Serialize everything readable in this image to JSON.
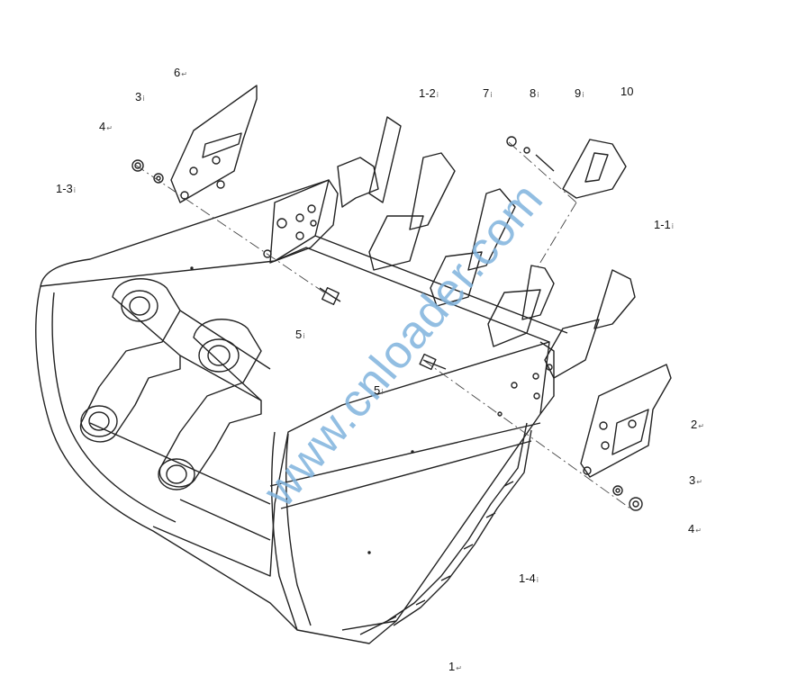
{
  "diagram": {
    "watermark": "www.cnloader.com",
    "callouts": [
      {
        "id": "c-6",
        "label": "6",
        "mark": "↵"
      },
      {
        "id": "c-3-top",
        "label": "3",
        "mark": "ⅰ"
      },
      {
        "id": "c-4-top",
        "label": "4",
        "mark": "↵"
      },
      {
        "id": "c-1-3",
        "label": "1-3",
        "mark": "ⅰ"
      },
      {
        "id": "c-1-2",
        "label": "1-2",
        "mark": "ⅰ"
      },
      {
        "id": "c-7",
        "label": "7",
        "mark": "ⅰ"
      },
      {
        "id": "c-8",
        "label": "8",
        "mark": "ⅰ"
      },
      {
        "id": "c-9",
        "label": "9",
        "mark": "ⅰ"
      },
      {
        "id": "c-10",
        "label": "10",
        "mark": ""
      },
      {
        "id": "c-1-1",
        "label": "1-1",
        "mark": "ⅰ"
      },
      {
        "id": "c-5-upper",
        "label": "5",
        "mark": "ⅰ"
      },
      {
        "id": "c-5-lower",
        "label": "5",
        "mark": "ⅰ"
      },
      {
        "id": "c-2-right",
        "label": "2",
        "mark": "↵"
      },
      {
        "id": "c-3-right",
        "label": "3",
        "mark": "↵"
      },
      {
        "id": "c-4-right",
        "label": "4",
        "mark": "↵"
      },
      {
        "id": "c-1-4",
        "label": "1-4",
        "mark": "ⅰ"
      },
      {
        "id": "c-1",
        "label": "1",
        "mark": "↵"
      }
    ]
  }
}
